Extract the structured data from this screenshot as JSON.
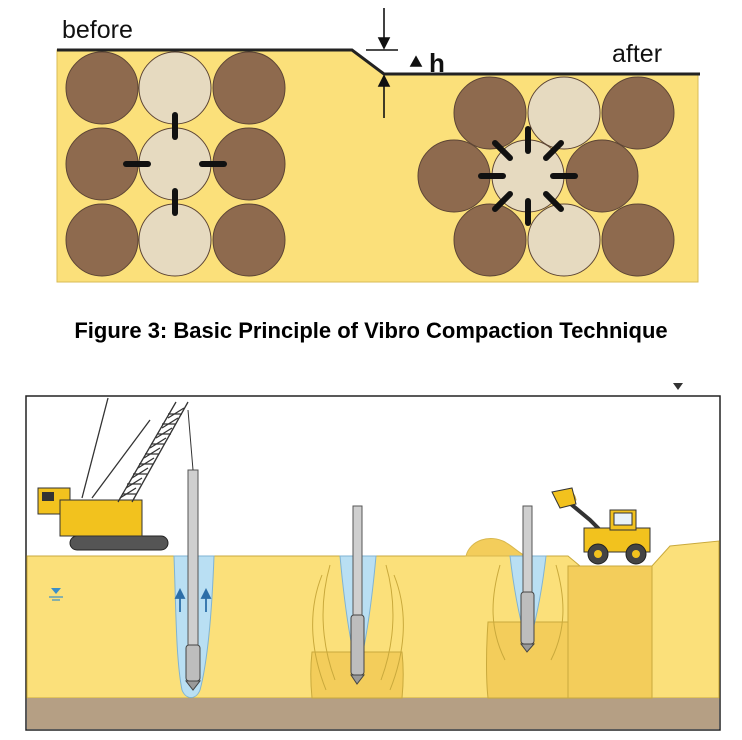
{
  "top_diagram": {
    "label_before": "before",
    "label_after": "after",
    "label_h": "h"
  },
  "caption": "Figure 3: Basic Principle of Vibro Compaction Technique",
  "colors": {
    "soil": "#fbe07a",
    "soil_outline": "#c9a93c",
    "grain_dark": "#8e6a4e",
    "grain_light": "#e6dac0",
    "bedrock": "#b59f84",
    "water": "#b9dff3",
    "compacted": "#f3cd5b",
    "machine": "#f2c21e"
  }
}
